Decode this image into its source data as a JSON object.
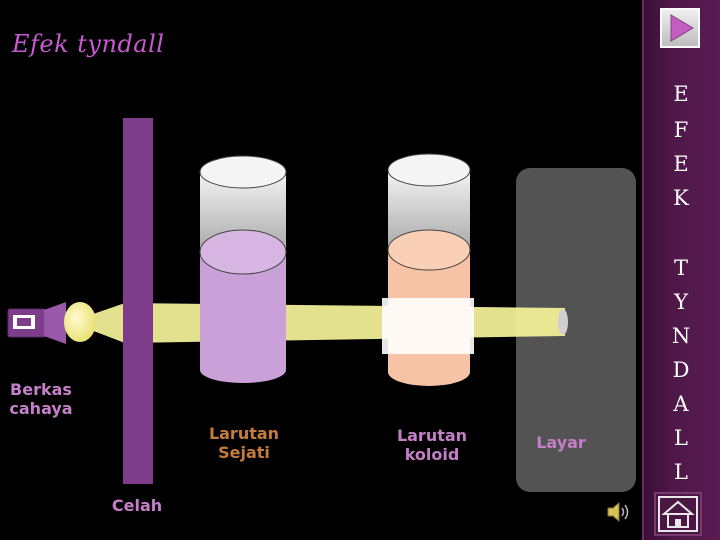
{
  "slide": {
    "title": "Efek tyndall",
    "sidebar_letters": [
      "E",
      "F",
      "E",
      "K",
      "T",
      "Y",
      "N",
      "D",
      "A",
      "L",
      "L"
    ]
  },
  "labels": {
    "berkas": "Berkas\ncahaya",
    "sejati": "Larutan\nSejati",
    "koloid": "Larutan\nkoloid",
    "layar": "Layar",
    "celah": "Celah"
  },
  "icons": {
    "next": "play-triangle-icon",
    "home": "home-icon",
    "sound": "speaker-icon",
    "torch": "flashlight-icon"
  },
  "colors": {
    "background": "#000000",
    "title": "#c85ad0",
    "sidebar": "#4f1849",
    "slit": "#7e3d8a",
    "beam": "#f6f49a",
    "true_solution": "#c9a0d8",
    "colloid": "#f7c3a6",
    "screen": "#535353",
    "label": "#c57fc8",
    "label_alt": "#c47c3c"
  }
}
